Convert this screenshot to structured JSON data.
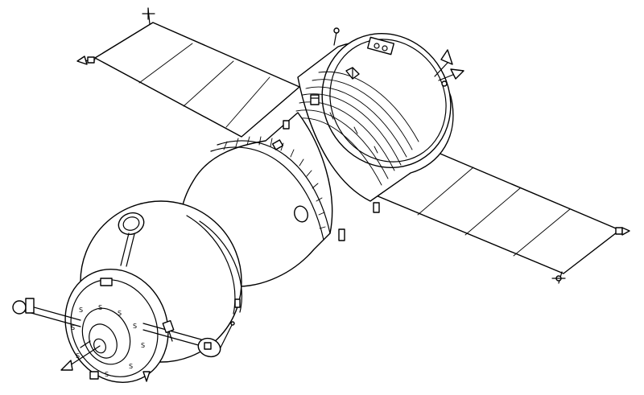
{
  "stroke_color": "#000000",
  "background_color": "#ffffff",
  "hatch_marks": [
    "S",
    "S",
    "S",
    "S",
    "S",
    "S",
    "S",
    "S",
    "S"
  ]
}
